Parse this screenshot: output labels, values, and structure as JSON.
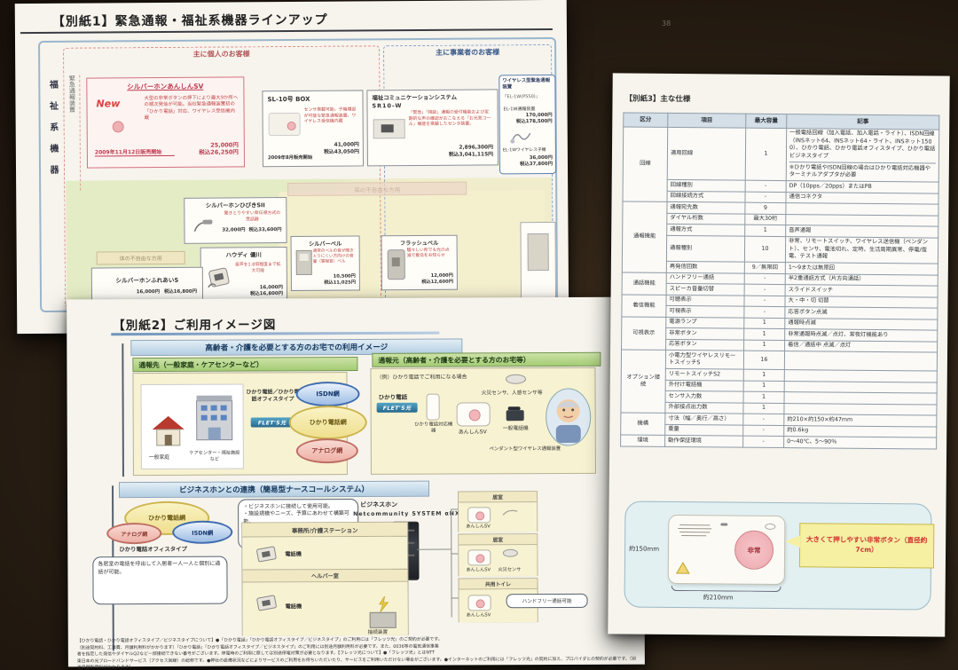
{
  "paper1": {
    "title": "【別紙1】緊急通報・福祉系機器ラインアップ",
    "side_label": "福祉系機器",
    "group_personal": "主に個人のお客様",
    "group_business": "主に事業者のお客様",
    "col_label": "緊急通報装置",
    "anshin": {
      "name": "シルバーホンあんしんSV",
      "badge": "New",
      "desc": "大型の非常ボタンの押下により最大9か所への順次発信が可能。当社緊急通報装置初の「ひかり電話」対応、ワイヤレス受信機内蔵",
      "date": "2009年11月12日販売開始",
      "price": "25,000円",
      "tax": "税込26,250円"
    },
    "sl10": {
      "name": "SL-10号 BOX",
      "desc": "センサ搭載可能。子機増設が可能な緊急通報装置。ワイヤレス受信機内蔵",
      "date": "2009年8月販売開始",
      "price": "41,000円",
      "tax": "税込43,050円"
    },
    "sr10": {
      "name": "福祉コミュニケーションシステム",
      "model": "SR10-W",
      "desc": "「緊急」「相談」通報の受付機能および定期的な声の確認がおこなえる「お元気コール」機能を搭載したセンタ装置。",
      "price": "2,896,300円",
      "tax": "税込3,041,115円"
    },
    "el1w": {
      "name": "ワイヤレス型緊急通報装置",
      "model": "「EL-1W(P550)」",
      "item1": "EL-1W通報装置",
      "price1": "170,000円",
      "tax1": "税込178,500円",
      "item2": "EL-1Wワイヤレス子機",
      "price2": "36,000円",
      "tax2": "税込37,800円"
    },
    "hearing_label": "耳の不自由な方用",
    "body_label": "体の不自由な方用",
    "hibiki": {
      "name": "シルバーホンひびきSII",
      "desc": "聞きとりやすい骨伝導方式の受話器",
      "price": "32,000円",
      "tax": "税込33,600円"
    },
    "howdy": {
      "name": "ハウディ 優川",
      "desc": "音声を1.8倍程度まで拡大可能",
      "price": "16,000円",
      "tax": "税込16,800円"
    },
    "silverbell": {
      "name": "シルバーベル",
      "desc": "通常のベルの音が聞きとりにくい方向けの音量（警報音）ベル",
      "price": "10,500円",
      "tax": "税込11,025円"
    },
    "flashbell": {
      "name": "フラッシュベル",
      "desc": "騒々しい所でも光の点滅で着信をお知らせ",
      "price": "12,000円",
      "tax": "税込12,600円"
    },
    "fureai": {
      "name": "シルバーホンふれあいS",
      "price": "16,000円",
      "tax": "税込16,800円"
    }
  },
  "paper2": {
    "title": "【別紙2】ご利用イメージ図",
    "s1": {
      "header": "高齢者・介護を必要とする方のお宅での利用イメージ",
      "dest": "通報先（一般家庭・ケアセンターなど）",
      "src": "通報元（高齢者・介護を必要とする方のお宅等）",
      "house": "一般家庭",
      "center": "ケアセンター・福祉施設など",
      "line_label": "ひかり電話／ひかり電話オフィスタイプ",
      "flets": "FLET'S光",
      "net_isdn": "ISDN網",
      "net_hikari": "ひかり電話網",
      "net_analog": "アナログ網",
      "example": "（例）ひかり電話でご利用になる場合",
      "hikari": "ひかり電話",
      "modem": "ひかり電話対応機器",
      "anshin": "あんしんSV",
      "sensors": "火災センサ、人感センサ等",
      "phone": "一般電話機",
      "pendant": "ペンダント型ワイヤレス通報装置"
    },
    "s2": {
      "header": "ビジネスホンとの連携（簡易型ナースコールシステム）",
      "net_hikari": "ひかり電話網",
      "net_analog": "アナログ網",
      "net_isdn": "ISDN網",
      "office": "ひかり電話オフィスタイプ",
      "bubble1": "・ビジネスホンに接続して使用可能。\n・施設規模やニーズ、予算にあわせて構築可能。",
      "biz": "ビジネスホン",
      "biz_model": "Netcommunity SYSTEM αNX typeL",
      "flets": "FLET'S光",
      "station": "事務所/介護ステーション",
      "phone": "電話機",
      "helper": "ヘルパー室",
      "bubble2": "各居室の電話を呼出して入居者一人一人と個別に通話が可能。",
      "room1": "居室",
      "room2": "居室",
      "room3": "共用トイレ",
      "anshin": "あんしんSV",
      "fire": "火災センサ",
      "handsfree": "ハンドフリー通話可能",
      "connector": "接続装置"
    },
    "footnote": [
      "【ひかり電話・ひかり電話オフィスタイプ／ビジネスタイプについて】●「ひかり電話」「ひかり電話オフィスタイプ／ビジネスタイプ」のご利用には「フレッツ光」のご契約が必要です。",
      "（別途契約料、工事費、月額利用料がかかります）「ひかり電話」「ひかり電話オフィスタイプ／ビジネスタイプ」のご利用には別途月額利用料が必要です。また、0036等の電気通信事業",
      "者を指定した発信やダイヤルQ2など一部接続できない番号がございます。停電時のご利用に際しては別途停電対策が必要となります。【フレッツ光について】●「フレッツ光」とはNTT",
      "東日本の光ブロードバンドサービス（アクセス回線）の総称です。●弊社の設備状況などによりサービスのご利用をお待ちいただいたり、サービスをご利用いただけない場合がございます。●インターネットのご利用には「フレッツ光」の契約に加え、プロバイダとの契約が必要です。（別途月額利用料がかかります）"
    ]
  },
  "paper3": {
    "page_no": "38",
    "title": "【別紙3】主な仕様",
    "table": {
      "headers": [
        "区分",
        "項目",
        "最大容量",
        "記事"
      ],
      "groups": [
        {
          "name": "回線",
          "rows": [
            {
              "item": "適用回線",
              "cap": "1",
              "note": "一般電話回線（加入電話、加入電話・ライト）、ISDN回線（INSネット64、INSネット64・ライト、INSネット1500）、ひかり電話、ひかり電話オフィスタイプ、ひかり電話ビジネスタイプ",
              "note2": "※ひかり電話やISDN回線の場合はひかり電話対応機器やターミナルアダプタが必要"
            },
            {
              "item": "回線種別",
              "cap": "-",
              "note": "DP（10pps／20pps）またはPB"
            },
            {
              "item": "回線接続方式",
              "cap": "-",
              "note": "通信コネクタ"
            }
          ]
        },
        {
          "name": "通報機能",
          "rows": [
            {
              "item": "通報宛先数",
              "cap": "9",
              "note": ""
            },
            {
              "item": "ダイヤル桁数",
              "cap": "最大30桁",
              "note": ""
            },
            {
              "item": "通報方式",
              "cap": "1",
              "note": "音声通報"
            },
            {
              "item": "通報種別",
              "cap": "10",
              "note": "非常、リモートスイッチ、ワイヤレス送信機（ペンダント）、センサ、電池切れ、定時、生活周期異常、停電/復電、テスト通報"
            },
            {
              "item": "再発信回数",
              "cap": "9／無限回",
              "note": "1～9または無限回"
            }
          ]
        },
        {
          "name": "通話機能",
          "rows": [
            {
              "item": "ハンドフリー通話",
              "cap": "-",
              "note": "半2重通話方式（片方向通話）"
            },
            {
              "item": "スピーカ音量切替",
              "cap": "-",
              "note": "スライドスイッチ"
            }
          ]
        },
        {
          "name": "着信機能",
          "rows": [
            {
              "item": "可聴表示",
              "cap": "-",
              "note": "大・中・切 切替"
            },
            {
              "item": "可視表示",
              "cap": "-",
              "note": "応答ボタン点滅"
            }
          ]
        },
        {
          "name": "可視表示",
          "rows": [
            {
              "item": "電源ランプ",
              "cap": "1",
              "note": "通報時点滅"
            },
            {
              "item": "非常ボタン",
              "cap": "1",
              "note": "非常通報時点滅／点灯、常夜灯機能あり"
            },
            {
              "item": "応答ボタン",
              "cap": "1",
              "note": "着信／通話中 点滅／点灯"
            }
          ]
        },
        {
          "name": "オプション接続",
          "rows": [
            {
              "item": "小電力型ワイヤレスリモートスイッチS",
              "cap": "16",
              "note": ""
            },
            {
              "item": "リモートスイッチS2",
              "cap": "1",
              "note": ""
            },
            {
              "item": "外付け電話機",
              "cap": "1",
              "note": ""
            },
            {
              "item": "センサ入力数",
              "cap": "1",
              "note": ""
            },
            {
              "item": "外部接点出力数",
              "cap": "1",
              "note": ""
            }
          ]
        },
        {
          "name": "機構",
          "rows": [
            {
              "item": "寸法（幅／奥行／高さ）",
              "cap": "-",
              "note": "約210×約150×約47mm"
            },
            {
              "item": "重量",
              "cap": "-",
              "note": "約0.6kg"
            }
          ]
        },
        {
          "name": "環境",
          "rows": [
            {
              "item": "動作保証環境",
              "cap": "-",
              "note": "0～40℃、5～90％"
            }
          ]
        }
      ]
    },
    "diagram": {
      "h": "約150mm",
      "w": "約210mm",
      "button": "非常",
      "callout": "大きくて押しやすい非常ボタン（直径約7cm）"
    }
  }
}
